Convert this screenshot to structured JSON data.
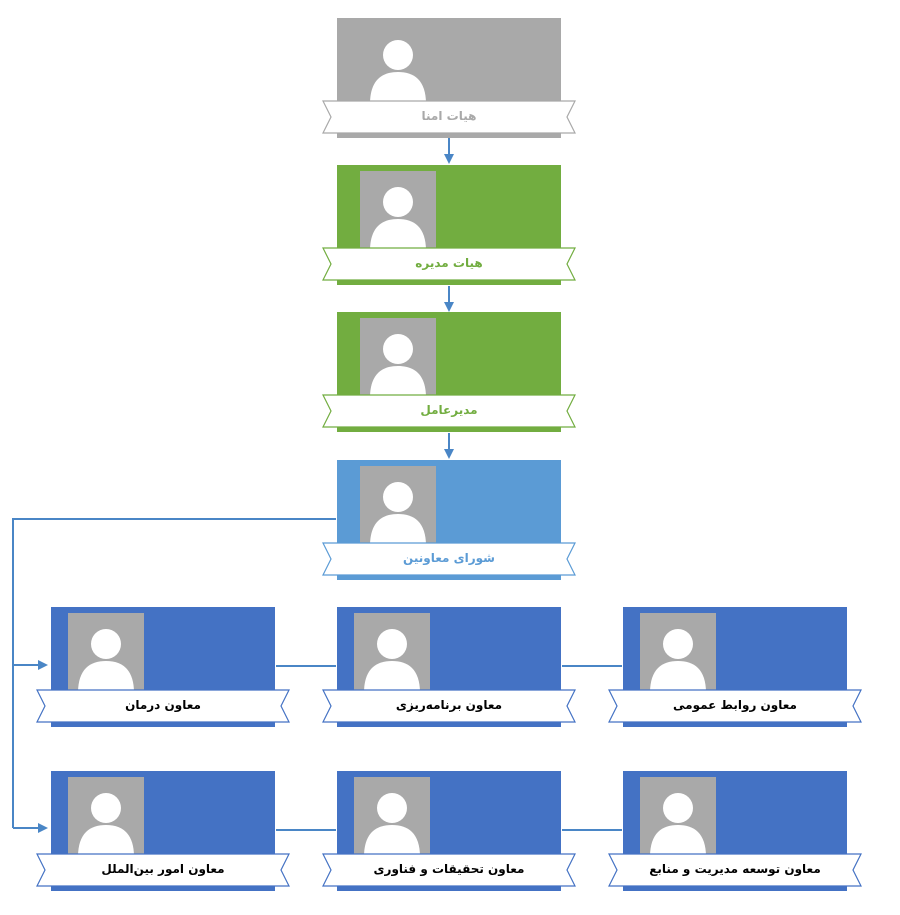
{
  "colors": {
    "gray": "#a9a9a9",
    "green": "#72ad40",
    "light_blue": "#5b9bd5",
    "blue": "#4472c4",
    "connector": "#4a86c6"
  },
  "icon": "person-silhouette-icon",
  "nodes": {
    "board_of_trustees": {
      "label": "هیات امنا"
    },
    "board_of_directors": {
      "label": "هیات مدیره"
    },
    "ceo": {
      "label": "مدیرعامل"
    },
    "deputies_council": {
      "label": "شورای معاونین"
    },
    "deputy_treatment": {
      "label": "معاون درمان"
    },
    "deputy_planning": {
      "label": "معاون برنامه‌ریزی"
    },
    "deputy_public_relations": {
      "label": "معاون روابط عمومی"
    },
    "deputy_international": {
      "label": "معاون امور بین‌الملل"
    },
    "deputy_research_technology": {
      "label": "معاون تحقیقات و فناوری"
    },
    "deputy_management_resources": {
      "label": "معاون توسعه مدیریت و منابع"
    }
  }
}
